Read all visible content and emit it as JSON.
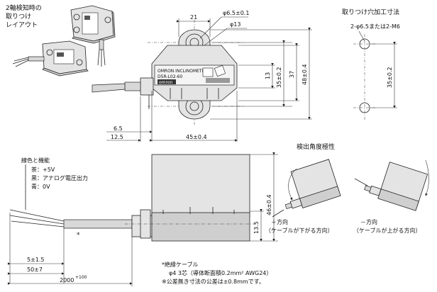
{
  "layout_caption": {
    "line1": "2軸検知時の",
    "line2": "取りつけ",
    "line3": "レイアウト"
  },
  "mount_title": "取りつけ穴加工寸法",
  "mount_hole_label": "2-φ6.5または2-M6",
  "mount_dim": "35±0.2",
  "top_view": {
    "label_plate": "OMRON INCLINOMETER",
    "label_model": "D5R-L02-60",
    "label_brand": "omron",
    "dim_21": "21",
    "dim_hole": "φ6.5±0.1",
    "dim_boss": "φ13",
    "dim_13": "13",
    "dim_35": "35±0.2",
    "dim_37": "37",
    "dim_48": "48±0.4",
    "dim_6_5": "6.5",
    "dim_12_5": "12.5",
    "dim_45": "45±0.4"
  },
  "wire_info": {
    "title": "線色と機能",
    "items": [
      "茶：+5V",
      "黒：アナログ電圧出力",
      "青：0V"
    ]
  },
  "side_view": {
    "dim_13_5": "13.5",
    "dim_46": "46±0.4",
    "dim_5": "5±1.5",
    "dim_50": "50±7",
    "dim_2000": "2000",
    "dim_2000_tol": "+100",
    "star": "*"
  },
  "polarity": {
    "title": "検出角度極性",
    "plus_label": "＋方向",
    "plus_sub": "（ケーブルが下がる方向）",
    "minus_label": "－方向",
    "minus_sub": "（ケーブルが上がる方向）"
  },
  "notes": {
    "cable_title": "*絶縁ケーブル",
    "cable_spec": "φ4 3芯（導体断面積0.2mm² AWG24）",
    "tolerance": "※公差無き寸法の公差は±0.8mmです。"
  }
}
